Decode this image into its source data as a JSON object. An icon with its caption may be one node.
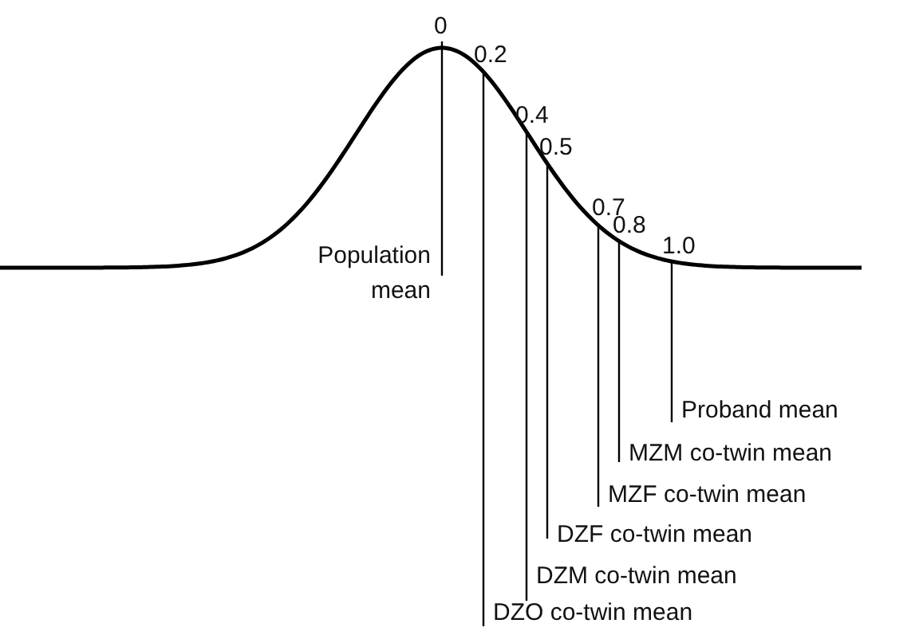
{
  "diagram": {
    "nodes": [
      {
        "text": [
          "Population mean"
        ]
      },
      {
        "text": [
          "Proband mean"
        ]
      },
      {
        "text": [
          "MZM co-twin mean"
        ]
      },
      {
        "text": [
          "MZF co-twin mean"
        ]
      },
      {
        "text": [
          "DZF co-twin mean"
        ]
      },
      {
        "text": [
          "DZM co-twin mean"
        ]
      },
      {
        "text": [
          "DZO co-twin mean"
        ]
      },
      {
        "text": [
          "0"
        ]
      },
      {
        "text": [
          "0.2"
        ]
      },
      {
        "text": [
          "0.4"
        ]
      },
      {
        "text": [
          "0.5"
        ]
      },
      {
        "text": [
          "0.7"
        ]
      },
      {
        "text": [
          "0.8"
        ]
      },
      {
        "text": [
          "1.0"
        ]
      }
    ],
    "edges": [
      {
        "from": 0,
        "to": 7,
        "arrow": "none"
      },
      {
        "from": 1,
        "to": 13,
        "arrow": "none"
      },
      {
        "from": 2,
        "to": 12,
        "arrow": "none"
      },
      {
        "from": 3,
        "to": 11,
        "arrow": "none"
      },
      {
        "from": 4,
        "to": 10,
        "arrow": "none"
      },
      {
        "from": 5,
        "to": 9,
        "arrow": "none"
      },
      {
        "from": 6,
        "to": 8,
        "arrow": "none"
      }
    ]
  }
}
